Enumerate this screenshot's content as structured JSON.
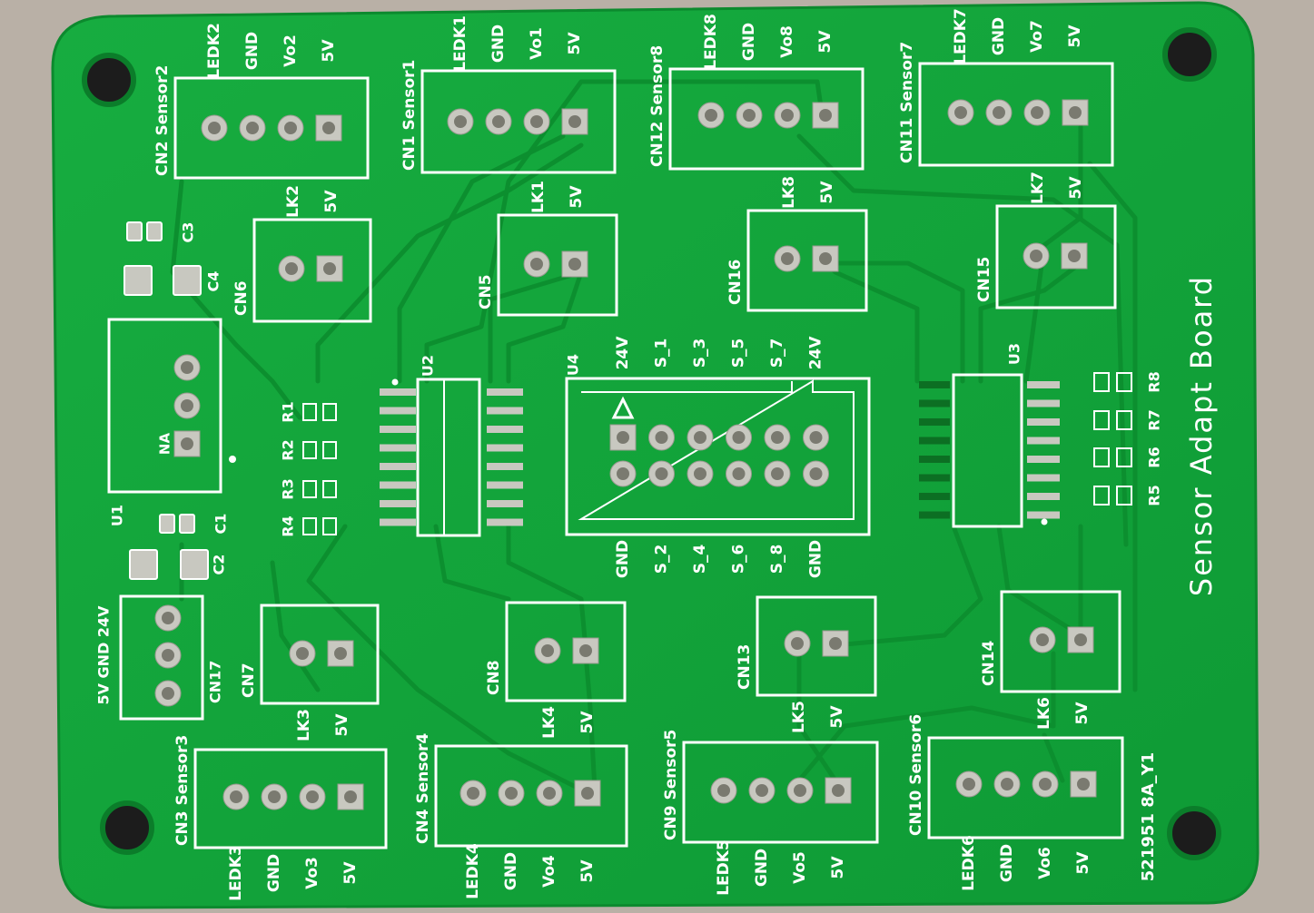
{
  "colors": {
    "background": "#b9b0a6",
    "board": "#12a43a",
    "board_edge": "#0c8a2e",
    "trace": "#0f9632",
    "silk": "#ffffff",
    "pad": "#c8c8c0",
    "hole": "#7a7a70",
    "mount_hole": "#1c1c1c"
  },
  "board": {
    "title": "Sensor Adapt Board",
    "part_no": "521951 8A_Y1"
  },
  "sensor_headers": [
    {
      "cn": "CN2",
      "name": "Sensor2",
      "pins": [
        "LEDK2",
        "GND",
        "Vo2",
        "5V"
      ]
    },
    {
      "cn": "CN1",
      "name": "Sensor1",
      "pins": [
        "LEDK1",
        "GND",
        "Vo1",
        "5V"
      ]
    },
    {
      "cn": "CN12",
      "name": "Sensor8",
      "pins": [
        "LEDK8",
        "GND",
        "Vo8",
        "5V"
      ]
    },
    {
      "cn": "CN11",
      "name": "Sensor7",
      "pins": [
        "LEDK7",
        "GND",
        "Vo7",
        "5V"
      ]
    },
    {
      "cn": "CN3",
      "name": "Sensor3",
      "pins": [
        "LEDK3",
        "GND",
        "Vo3",
        "5V"
      ]
    },
    {
      "cn": "CN4",
      "name": "Sensor4",
      "pins": [
        "LEDK4",
        "GND",
        "Vo4",
        "5V"
      ]
    },
    {
      "cn": "CN9",
      "name": "Sensor5",
      "pins": [
        "LEDK5",
        "GND",
        "Vo5",
        "5V"
      ]
    },
    {
      "cn": "CN10",
      "name": "Sensor6",
      "pins": [
        "LEDK6",
        "GND",
        "Vo6",
        "5V"
      ]
    }
  ],
  "link_headers": [
    {
      "cn": "CN6",
      "pins": [
        "LK2",
        "5V"
      ]
    },
    {
      "cn": "CN5",
      "pins": [
        "LK1",
        "5V"
      ]
    },
    {
      "cn": "CN16",
      "pins": [
        "LK8",
        "5V"
      ]
    },
    {
      "cn": "CN15",
      "pins": [
        "LK7",
        "5V"
      ]
    },
    {
      "cn": "CN7",
      "pins": [
        "LK3",
        "5V"
      ]
    },
    {
      "cn": "CN8",
      "pins": [
        "LK4",
        "5V"
      ]
    },
    {
      "cn": "CN13",
      "pins": [
        "LK5",
        "5V"
      ]
    },
    {
      "cn": "CN14",
      "pins": [
        "LK6",
        "5V"
      ]
    }
  ],
  "power_connector": {
    "cn": "CN17",
    "label": "5V GND 24V"
  },
  "regulator": {
    "ref": "U1",
    "marking": "NA"
  },
  "capacitors": [
    "C3",
    "C4",
    "C1",
    "C2"
  ],
  "resistors_left": [
    "R1",
    "R2",
    "R3",
    "R4"
  ],
  "resistors_right": [
    "R8",
    "R7",
    "R6",
    "R5"
  ],
  "ics": {
    "left": "U2",
    "right": "U3",
    "connector": "U4"
  },
  "u4_top_labels": [
    "24V",
    "S_1",
    "S_3",
    "S_5",
    "S_7",
    "24V"
  ],
  "u4_bottom_labels": [
    "GND",
    "S_2",
    "S_4",
    "S_6",
    "S_8",
    "GND"
  ]
}
